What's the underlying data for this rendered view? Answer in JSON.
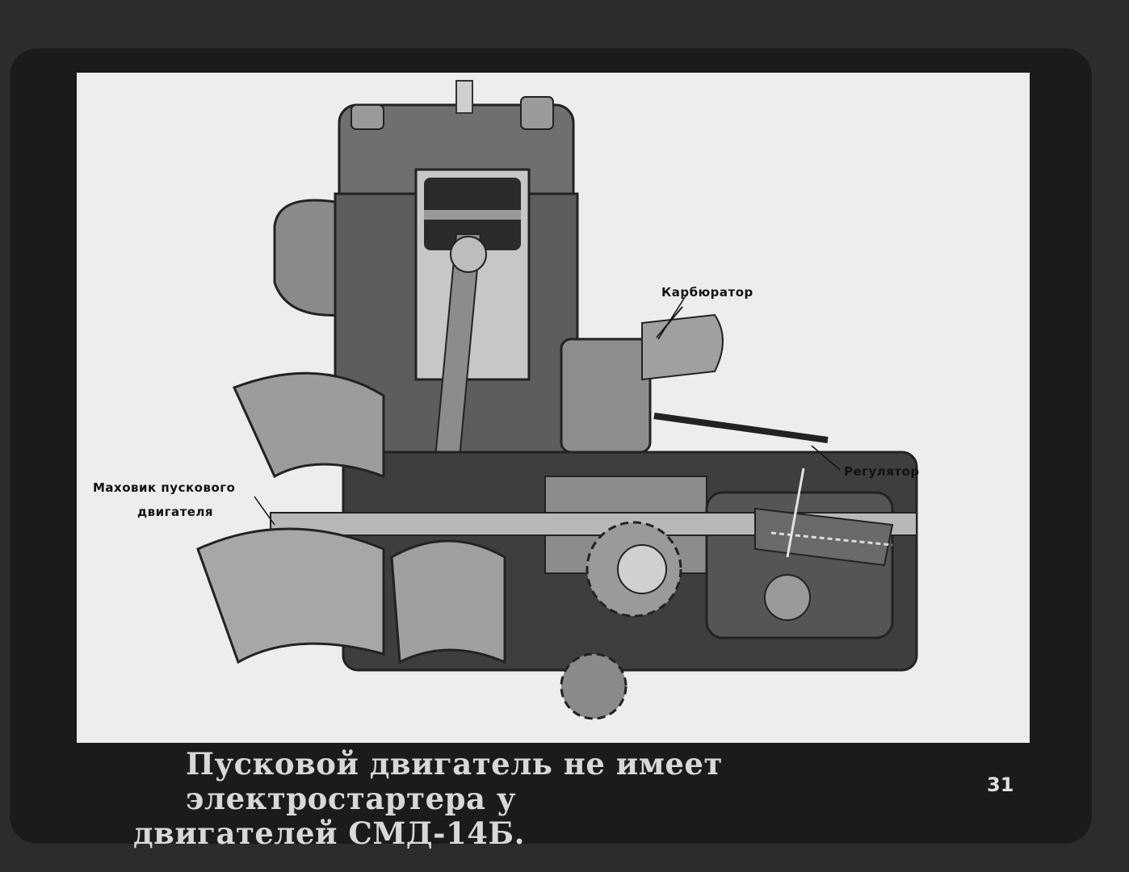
{
  "labels": {
    "carburetor": "Карбюратор",
    "regulator": "Регулятор",
    "flywheel_line1": "Маховик пускового",
    "flywheel_line2": "двигателя"
  },
  "caption": {
    "line1": "Пусковой двигатель не имеет электростартера у",
    "line2": "двигателей СМД-14Б."
  },
  "page_number": "31"
}
